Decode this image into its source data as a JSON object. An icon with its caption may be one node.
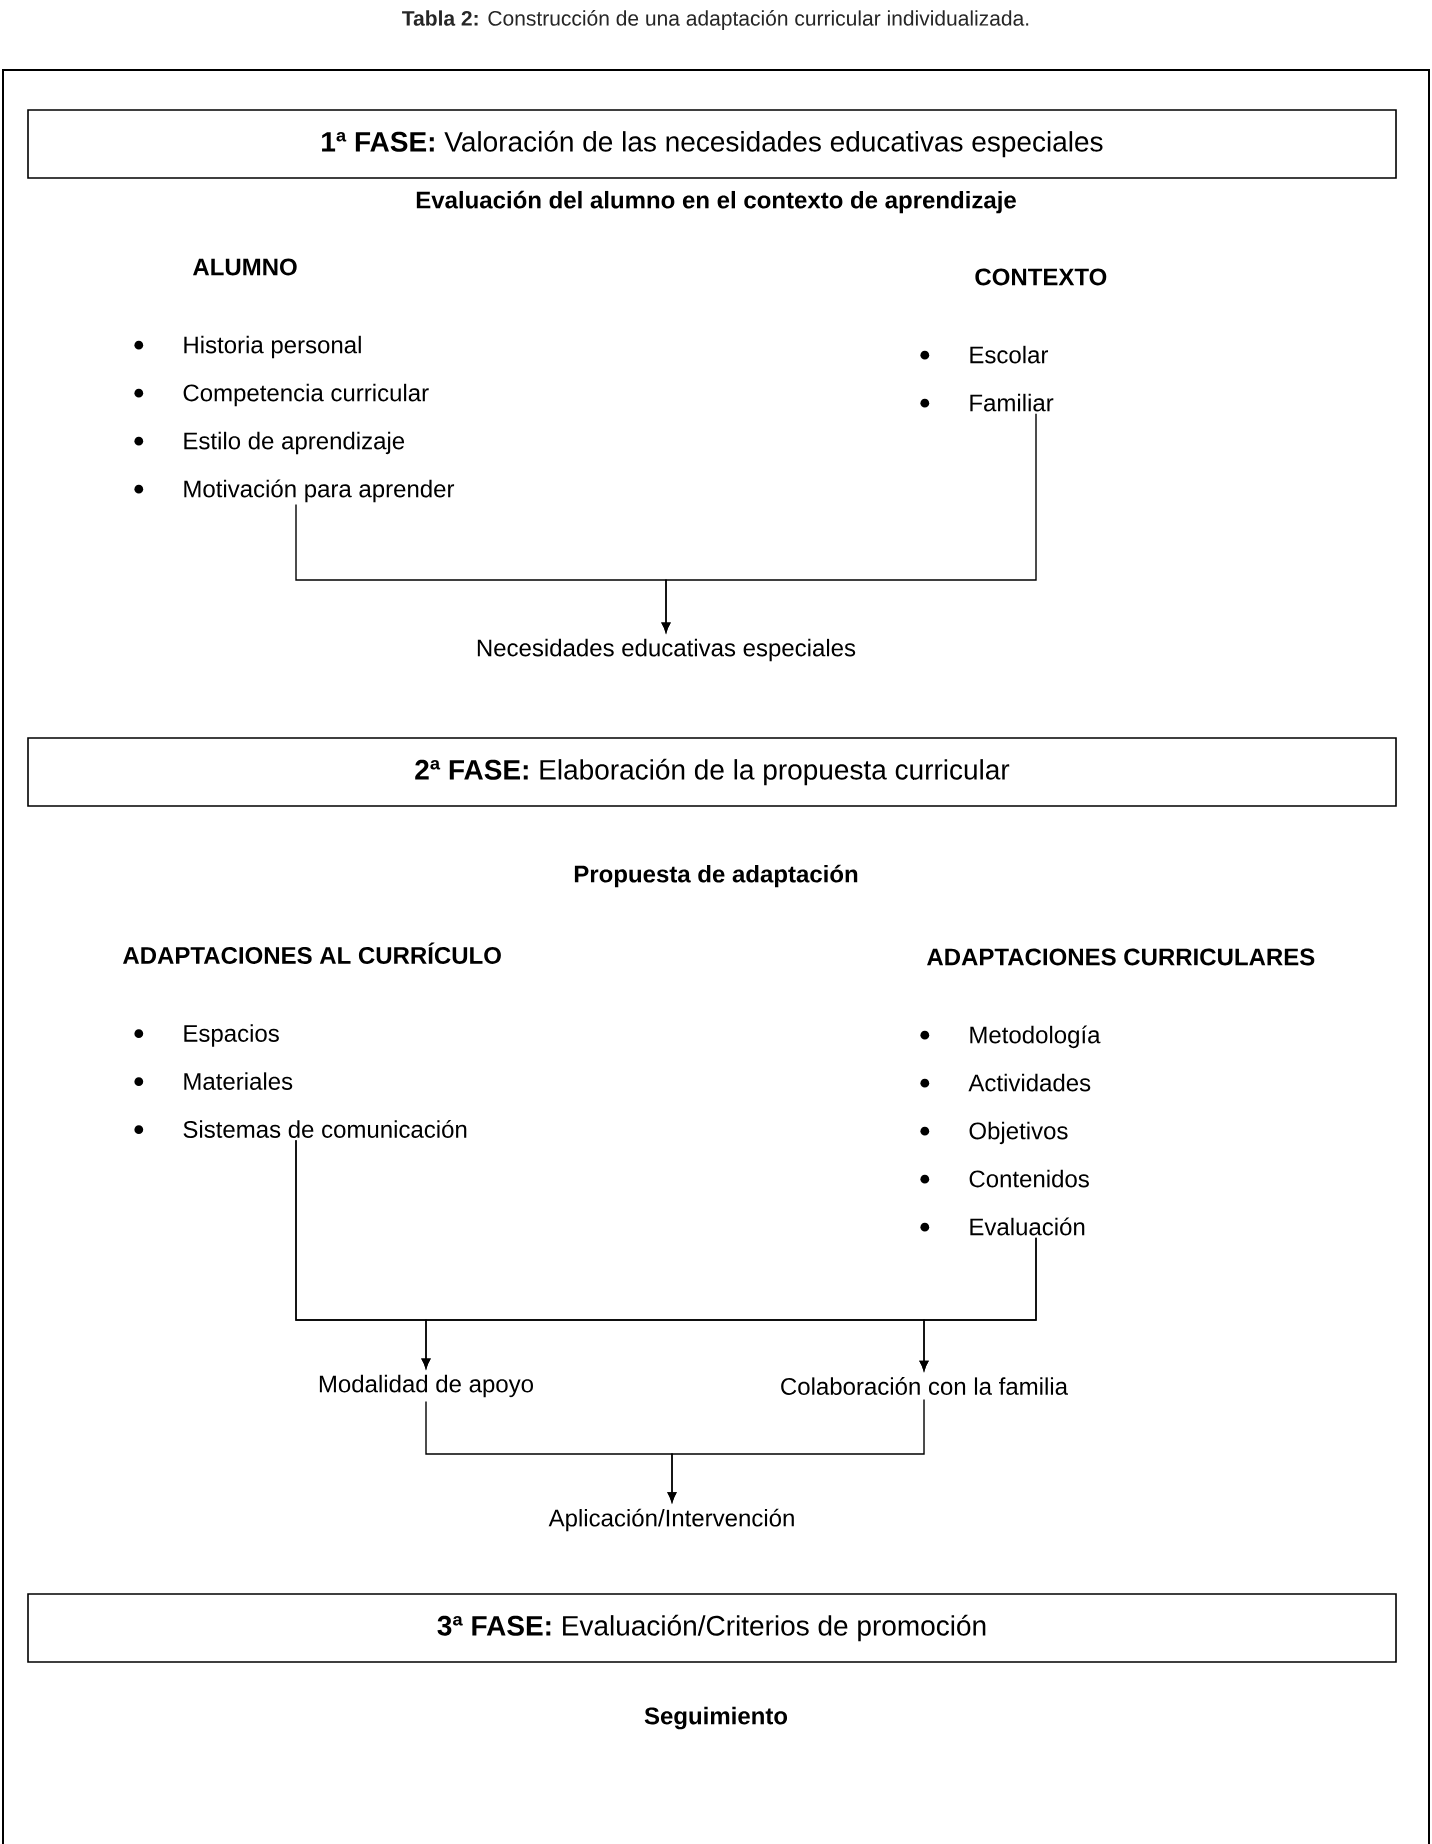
{
  "diagram": {
    "title": "**Tabla 2:** Construcción de una adaptación curricular individualizada.",
    "nodes": [
      {
        "text": [
          "**1ª FASE:** Valoración de las necesidades educativas especiales"
        ],
        "beside": [
          "Evaluación del alumno en el contexto de aprendizaje"
        ]
      },
      {
        "text": [
          "ALUMNO",
          "Historia personal",
          "Competencia curricular",
          "Estilo de aprendizaje",
          "Motivación para aprender"
        ]
      },
      {
        "text": [
          "CONTEXTO",
          "Escolar",
          "Familiar"
        ]
      },
      {
        "text": [
          "Necesidades educativas especiales"
        ]
      },
      {
        "text": [
          "**2ª FASE:** Elaboración de la propuesta curricular"
        ],
        "beside": [
          "Propuesta de adaptación"
        ]
      },
      {
        "text": [
          "ADAPTACIONES AL CURRÍCULO",
          "Espacios",
          "Materiales",
          "Sistemas de comunicación"
        ]
      },
      {
        "text": [
          "ADAPTACIONES CURRICULARES",
          "Metodología",
          "Actividades",
          "Objetivos",
          "Contenidos",
          "Evaluación"
        ]
      },
      {
        "text": [
          "Modalidad de apoyo"
        ]
      },
      {
        "text": [
          "Colaboración con la familia"
        ]
      },
      {
        "text": [
          "Aplicación/Intervención"
        ]
      },
      {
        "text": [
          "**3ª FASE:** Evaluación/Criterios de promoción"
        ],
        "beside": [
          "Seguimiento"
        ]
      }
    ],
    "edges": [
      {
        "from": 1,
        "to": 3,
        "arrow": "to"
      },
      {
        "from": 2,
        "to": 3,
        "arrow": "to"
      },
      {
        "from": 5,
        "to": 7,
        "arrow": "to"
      },
      {
        "from": 5,
        "to": 8,
        "arrow": "to"
      },
      {
        "from": 6,
        "to": 7,
        "arrow": "to"
      },
      {
        "from": 6,
        "to": 8,
        "arrow": "to"
      },
      {
        "from": 7,
        "to": 9,
        "arrow": "to"
      },
      {
        "from": 8,
        "to": 9,
        "arrow": "to"
      }
    ]
  }
}
